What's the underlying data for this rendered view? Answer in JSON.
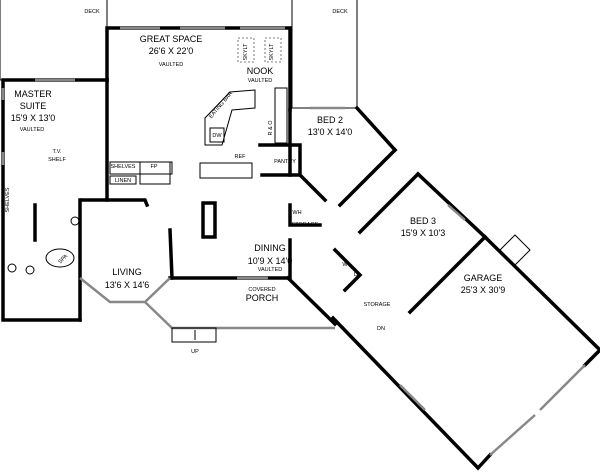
{
  "rooms": {
    "deck_left": "DECK",
    "deck_right": "DECK",
    "great_space": {
      "name": "GREAT SPACE",
      "size": "26'6 X 22'0",
      "note": "VAULTED"
    },
    "nook": {
      "name": "NOOK",
      "note": "VAULTED"
    },
    "master_suite": {
      "name1": "MASTER",
      "name2": "SUITE",
      "size": "15'9 X 13'0",
      "note": "VAULTED"
    },
    "bed2": {
      "name": "BED 2",
      "size": "13'0 X 14'0"
    },
    "bed3": {
      "name": "BED 3",
      "size": "15'9 X 10'3"
    },
    "garage": {
      "name": "GARAGE",
      "size": "25'3 X 30'9"
    },
    "living": {
      "name": "LIVING",
      "size": "13'6 X 14'6"
    },
    "dining": {
      "name": "DINING",
      "size": "10'9 X 14'0",
      "note": "VAULTED"
    },
    "porch": {
      "name1": "COVERED",
      "name2": "PORCH"
    }
  },
  "fixtures": {
    "skylt1": "SKYLT",
    "skylt2": "SKYLT",
    "eating_bar": "EATING BAR",
    "dw": "DW",
    "ref": "REF",
    "ro": "R & O",
    "pantry": "PANTRY",
    "tv_shelf1": "T.V.",
    "tv_shelf2": "SHELF",
    "shelves": "SHELVES",
    "linen": "LINEN",
    "fp": "FP",
    "shelves_side": "SHELVES",
    "spa": "SPA",
    "wh": "WH",
    "storage_hall": "STORAGE",
    "washer": "W",
    "dryer": "D",
    "storage_garage": "STORAGE",
    "dn": "DN",
    "up": "UP"
  }
}
